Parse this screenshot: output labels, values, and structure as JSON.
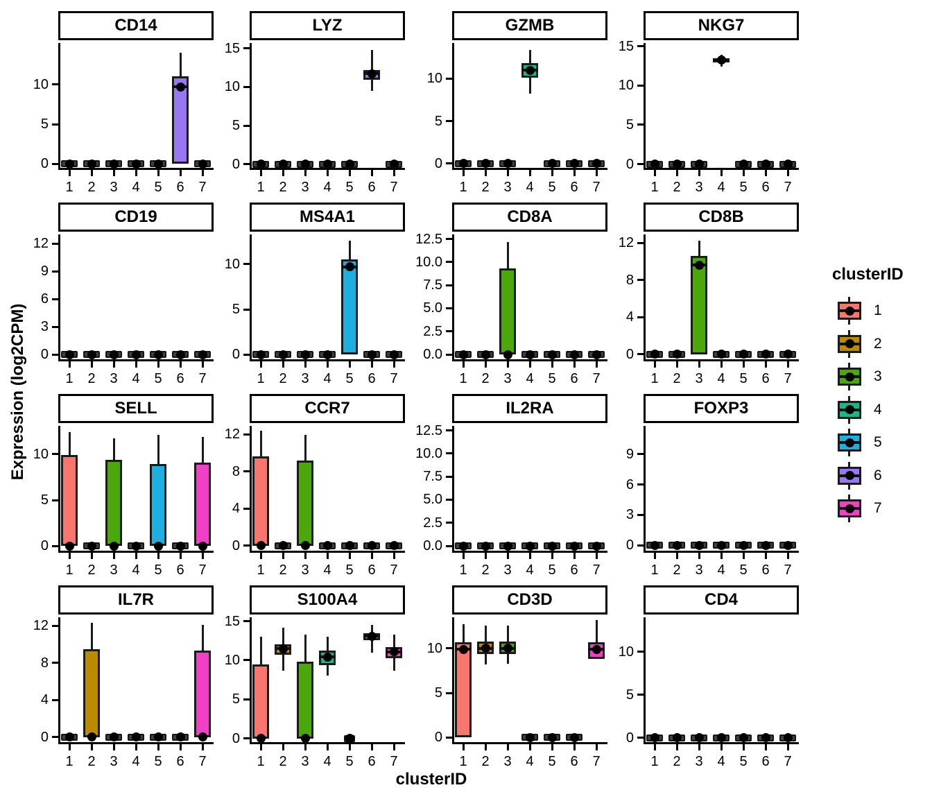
{
  "chart_data": {
    "type": "boxplot",
    "facet_grid": {
      "rows": 4,
      "cols": 4
    },
    "xlabel": "clusterID",
    "ylabel": "Expression (log2CPM)",
    "x_categories": [
      "1",
      "2",
      "3",
      "4",
      "5",
      "6",
      "7"
    ],
    "palette": {
      "1": "#F8766D",
      "2": "#BA8B00",
      "3": "#4CA80A",
      "4": "#16B888",
      "5": "#1FAEE0",
      "6": "#9878F0",
      "7": "#F23FC8"
    },
    "flat_color": "#3F3F3F",
    "legend": {
      "title": "clusterID",
      "entries": [
        {
          "label": "1",
          "color": "#F8766D"
        },
        {
          "label": "2",
          "color": "#BA8B00"
        },
        {
          "label": "3",
          "color": "#4CA80A"
        },
        {
          "label": "4",
          "color": "#16B888"
        },
        {
          "label": "5",
          "color": "#1FAEE0"
        },
        {
          "label": "6",
          "color": "#9878F0"
        },
        {
          "label": "7",
          "color": "#F23FC8"
        }
      ]
    },
    "panels": [
      {
        "title": "CD14",
        "ytick_values": [
          0,
          5,
          10
        ],
        "ytick_labels": [
          "0",
          "5",
          "10"
        ],
        "ymax": 15.2,
        "boxes": [
          {
            "cluster": "1",
            "flat": true
          },
          {
            "cluster": "2",
            "flat": true
          },
          {
            "cluster": "3",
            "flat": true
          },
          {
            "cluster": "4",
            "flat": true
          },
          {
            "cluster": "5",
            "flat": true
          },
          {
            "cluster": "6",
            "q1": 0,
            "q3": 11.0,
            "med": 9.7,
            "lo": 0,
            "hi": 14.0
          },
          {
            "cluster": "7",
            "flat": true
          }
        ]
      },
      {
        "title": "LYZ",
        "ytick_values": [
          0,
          5,
          10,
          15
        ],
        "ytick_labels": [
          "0",
          "5",
          "10",
          "15"
        ],
        "ymax": 15.7,
        "boxes": [
          {
            "cluster": "1",
            "flat": true
          },
          {
            "cluster": "2",
            "flat": true
          },
          {
            "cluster": "3",
            "flat": true
          },
          {
            "cluster": "4",
            "flat": true
          },
          {
            "cluster": "5",
            "flat": true
          },
          {
            "cluster": "6",
            "q1": 10.9,
            "q3": 12.2,
            "med": 11.7,
            "lo": 9.5,
            "hi": 14.8
          },
          {
            "cluster": "7",
            "flat": true
          }
        ]
      },
      {
        "title": "GZMB",
        "ytick_values": [
          0,
          5,
          10
        ],
        "ytick_labels": [
          "0",
          "5",
          "10"
        ],
        "ymax": 14.2,
        "boxes": [
          {
            "cluster": "1",
            "flat": true
          },
          {
            "cluster": "2",
            "flat": true
          },
          {
            "cluster": "3",
            "flat": true
          },
          {
            "cluster": "4",
            "q1": 10.1,
            "q3": 11.8,
            "med": 11.0,
            "lo": 8.2,
            "hi": 13.4
          },
          {
            "cluster": "5",
            "flat": true
          },
          {
            "cluster": "6",
            "flat": true
          },
          {
            "cluster": "7",
            "flat": true
          }
        ]
      },
      {
        "title": "NKG7",
        "ytick_values": [
          0,
          5,
          10,
          15
        ],
        "ytick_labels": [
          "0",
          "5",
          "10",
          "15"
        ],
        "ymax": 15.4,
        "boxes": [
          {
            "cluster": "1",
            "flat": true
          },
          {
            "cluster": "2",
            "flat": true
          },
          {
            "cluster": "3",
            "flat": true
          },
          {
            "cluster": "4",
            "q1": 12.9,
            "q3": 13.5,
            "med": 13.2,
            "lo": 12.4,
            "hi": 13.9
          },
          {
            "cluster": "5",
            "flat": true
          },
          {
            "cluster": "6",
            "flat": true
          },
          {
            "cluster": "7",
            "flat": true
          }
        ]
      },
      {
        "title": "CD19",
        "ytick_values": [
          0,
          3,
          6,
          9,
          12
        ],
        "ytick_labels": [
          "0",
          "3",
          "6",
          "9",
          "12"
        ],
        "ymax": 13.0,
        "boxes": [
          {
            "cluster": "1",
            "flat": true
          },
          {
            "cluster": "2",
            "flat": true
          },
          {
            "cluster": "3",
            "flat": true
          },
          {
            "cluster": "4",
            "flat": true
          },
          {
            "cluster": "5",
            "flat": true
          },
          {
            "cluster": "6",
            "flat": true
          },
          {
            "cluster": "7",
            "flat": true
          }
        ]
      },
      {
        "title": "MS4A1",
        "ytick_values": [
          0,
          5,
          10
        ],
        "ytick_labels": [
          "0",
          "5",
          "10"
        ],
        "ymax": 13.3,
        "boxes": [
          {
            "cluster": "1",
            "flat": true
          },
          {
            "cluster": "2",
            "flat": true
          },
          {
            "cluster": "3",
            "flat": true
          },
          {
            "cluster": "4",
            "flat": true
          },
          {
            "cluster": "5",
            "q1": 0,
            "q3": 10.5,
            "med": 9.7,
            "lo": 0,
            "hi": 12.6
          },
          {
            "cluster": "6",
            "flat": true
          },
          {
            "cluster": "7",
            "flat": true
          }
        ]
      },
      {
        "title": "CD8A",
        "ytick_values": [
          0,
          2.5,
          5,
          7.5,
          10,
          12.5
        ],
        "ytick_labels": [
          "0.0",
          "2.5",
          "5.0",
          "7.5",
          "10.0",
          "12.5"
        ],
        "ymax": 13.0,
        "boxes": [
          {
            "cluster": "1",
            "flat": true
          },
          {
            "cluster": "2",
            "flat": true
          },
          {
            "cluster": "3",
            "q1": 0,
            "q3": 9.3,
            "med": 0,
            "lo": 0,
            "hi": 12.2
          },
          {
            "cluster": "4",
            "flat": true
          },
          {
            "cluster": "5",
            "flat": true
          },
          {
            "cluster": "6",
            "flat": true
          },
          {
            "cluster": "7",
            "flat": true
          }
        ]
      },
      {
        "title": "CD8B",
        "ytick_values": [
          0,
          4,
          8,
          12
        ],
        "ytick_labels": [
          "0",
          "4",
          "8",
          "12"
        ],
        "ymax": 12.9,
        "boxes": [
          {
            "cluster": "1",
            "flat": true
          },
          {
            "cluster": "2",
            "flat": true
          },
          {
            "cluster": "3",
            "q1": 0,
            "q3": 10.6,
            "med": 9.6,
            "lo": 0,
            "hi": 12.2
          },
          {
            "cluster": "4",
            "flat": true
          },
          {
            "cluster": "5",
            "flat": true
          },
          {
            "cluster": "6",
            "flat": true
          },
          {
            "cluster": "7",
            "flat": true
          }
        ]
      },
      {
        "title": "SELL",
        "ytick_values": [
          0,
          5,
          10
        ],
        "ytick_labels": [
          "0",
          "5",
          "10"
        ],
        "ymax": 13.1,
        "boxes": [
          {
            "cluster": "1",
            "q1": 0,
            "q3": 9.9,
            "med": 0,
            "lo": 0,
            "hi": 12.4
          },
          {
            "cluster": "2",
            "flat": true
          },
          {
            "cluster": "3",
            "q1": 0,
            "q3": 9.4,
            "med": 0,
            "lo": 0,
            "hi": 11.7
          },
          {
            "cluster": "4",
            "flat": true
          },
          {
            "cluster": "5",
            "q1": 0,
            "q3": 8.9,
            "med": 0,
            "lo": 0,
            "hi": 12.1
          },
          {
            "cluster": "6",
            "flat": true
          },
          {
            "cluster": "7",
            "q1": 0,
            "q3": 9.1,
            "med": 0,
            "lo": 0,
            "hi": 11.9
          }
        ]
      },
      {
        "title": "CCR7",
        "ytick_values": [
          0,
          4,
          8,
          12
        ],
        "ytick_labels": [
          "0",
          "4",
          "8",
          "12"
        ],
        "ymax": 12.9,
        "boxes": [
          {
            "cluster": "1",
            "q1": 0,
            "q3": 9.6,
            "med": 0,
            "lo": 0,
            "hi": 12.4
          },
          {
            "cluster": "2",
            "flat": true
          },
          {
            "cluster": "3",
            "q1": 0,
            "q3": 9.2,
            "med": 0,
            "lo": 0,
            "hi": 11.9
          },
          {
            "cluster": "4",
            "flat": true
          },
          {
            "cluster": "5",
            "flat": true
          },
          {
            "cluster": "6",
            "flat": true
          },
          {
            "cluster": "7",
            "flat": true
          }
        ]
      },
      {
        "title": "IL2RA",
        "ytick_values": [
          0,
          2.5,
          5,
          7.5,
          10,
          12.5
        ],
        "ytick_labels": [
          "0.0",
          "2.5",
          "5.0",
          "7.5",
          "10.0",
          "12.5"
        ],
        "ymax": 13.0,
        "boxes": [
          {
            "cluster": "1",
            "flat": true
          },
          {
            "cluster": "2",
            "flat": true
          },
          {
            "cluster": "3",
            "flat": true
          },
          {
            "cluster": "4",
            "flat": true
          },
          {
            "cluster": "5",
            "flat": true
          },
          {
            "cluster": "6",
            "flat": true
          },
          {
            "cluster": "7",
            "flat": true
          }
        ]
      },
      {
        "title": "FOXP3",
        "ytick_values": [
          0,
          3,
          6,
          9
        ],
        "ytick_labels": [
          "0",
          "3",
          "6",
          "9"
        ],
        "ymax": 11.8,
        "boxes": [
          {
            "cluster": "1",
            "flat": true
          },
          {
            "cluster": "2",
            "flat": true
          },
          {
            "cluster": "3",
            "flat": true
          },
          {
            "cluster": "4",
            "flat": true
          },
          {
            "cluster": "5",
            "flat": true
          },
          {
            "cluster": "6",
            "flat": true
          },
          {
            "cluster": "7",
            "flat": true
          }
        ]
      },
      {
        "title": "IL7R",
        "ytick_values": [
          0,
          4,
          8,
          12
        ],
        "ytick_labels": [
          "0",
          "4",
          "8",
          "12"
        ],
        "ymax": 12.9,
        "boxes": [
          {
            "cluster": "1",
            "flat": true
          },
          {
            "cluster": "2",
            "q1": 0,
            "q3": 9.5,
            "med": 0,
            "lo": 0,
            "hi": 12.3
          },
          {
            "cluster": "3",
            "flat": true
          },
          {
            "cluster": "4",
            "flat": true
          },
          {
            "cluster": "5",
            "flat": true
          },
          {
            "cluster": "6",
            "flat": true
          },
          {
            "cluster": "7",
            "q1": 0,
            "q3": 9.3,
            "med": 0,
            "lo": 0,
            "hi": 12.1
          }
        ]
      },
      {
        "title": "S100A4",
        "ytick_values": [
          0,
          5,
          10,
          15
        ],
        "ytick_labels": [
          "0",
          "5",
          "10",
          "15"
        ],
        "ymax": 15.5,
        "boxes": [
          {
            "cluster": "1",
            "q1": 0,
            "q3": 9.5,
            "med": 0,
            "lo": 0,
            "hi": 13.0
          },
          {
            "cluster": "2",
            "q1": 10.7,
            "q3": 12.0,
            "med": 11.5,
            "lo": 8.7,
            "hi": 14.2
          },
          {
            "cluster": "3",
            "q1": 0,
            "q3": 9.8,
            "med": 0,
            "lo": 0,
            "hi": 13.3
          },
          {
            "cluster": "4",
            "q1": 9.4,
            "q3": 11.2,
            "med": 10.4,
            "lo": 8.0,
            "hi": 13.0
          },
          {
            "cluster": "5",
            "flat": true,
            "narrow": true
          },
          {
            "cluster": "6",
            "q1": 12.6,
            "q3": 13.5,
            "med": 13.1,
            "lo": 11.0,
            "hi": 14.5
          },
          {
            "cluster": "7",
            "q1": 10.3,
            "q3": 11.7,
            "med": 11.1,
            "lo": 8.7,
            "hi": 13.3
          }
        ]
      },
      {
        "title": "CD3D",
        "ytick_values": [
          0,
          5,
          10
        ],
        "ytick_labels": [
          "0",
          "5",
          "10"
        ],
        "ymax": 13.5,
        "boxes": [
          {
            "cluster": "1",
            "q1": 0,
            "q3": 10.7,
            "med": 9.9,
            "lo": 0,
            "hi": 12.7
          },
          {
            "cluster": "2",
            "q1": 9.4,
            "q3": 10.8,
            "med": 10.0,
            "lo": 8.2,
            "hi": 12.6
          },
          {
            "cluster": "3",
            "q1": 9.4,
            "q3": 10.8,
            "med": 10.0,
            "lo": 8.3,
            "hi": 12.6
          },
          {
            "cluster": "4",
            "flat": true
          },
          {
            "cluster": "5",
            "flat": true
          },
          {
            "cluster": "6",
            "flat": true
          },
          {
            "cluster": "7",
            "q1": 8.8,
            "q3": 10.7,
            "med": 9.9,
            "lo": 8.8,
            "hi": 13.2
          }
        ]
      },
      {
        "title": "CD4",
        "ytick_values": [
          0,
          5,
          10
        ],
        "ytick_labels": [
          "0",
          "5",
          "10"
        ],
        "ymax": 14.0,
        "boxes": [
          {
            "cluster": "1",
            "flat": true
          },
          {
            "cluster": "2",
            "flat": true
          },
          {
            "cluster": "3",
            "flat": true
          },
          {
            "cluster": "4",
            "flat": true
          },
          {
            "cluster": "5",
            "flat": true
          },
          {
            "cluster": "6",
            "flat": true
          },
          {
            "cluster": "7",
            "flat": true
          }
        ]
      }
    ]
  }
}
